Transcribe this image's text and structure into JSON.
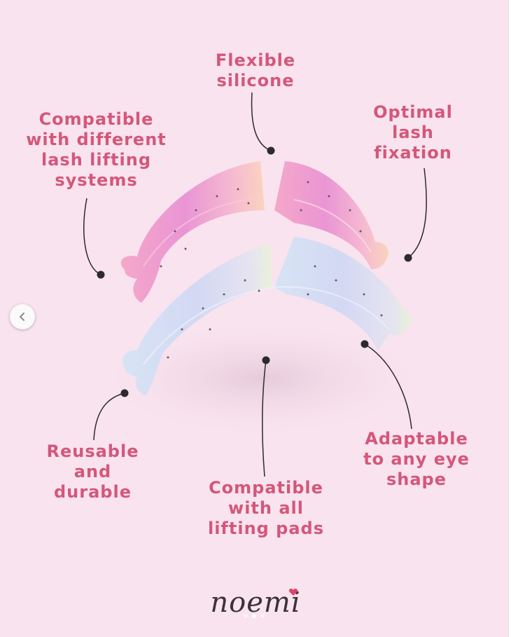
{
  "labels": {
    "flexible": "Flexible\nsilicone",
    "compatible_systems": "Compatible\nwith different\nlash lifting\nsystems",
    "optimal": "Optimal\nlash\nfixation",
    "reusable": "Reusable\nand\ndurable",
    "compatible_pads": "Compatible\nwith all\nlifting pads",
    "adaptable": "Adaptable\nto any eye\nshape"
  },
  "brand": {
    "name": "noemi"
  },
  "colors": {
    "background": "#f8e3ee",
    "label_text": "#d4577a",
    "leader_line": "#2b2b2b",
    "pink_shield": "#ee9fd0",
    "blue_shield": "#d8ddf4",
    "brand_text": "#3b3339",
    "heart": "#e0446a"
  },
  "icons": {
    "prev": "chevron-left-icon",
    "brand_heart": "heart-icon"
  },
  "carousel": {
    "dots": 3,
    "active_index": 1
  }
}
